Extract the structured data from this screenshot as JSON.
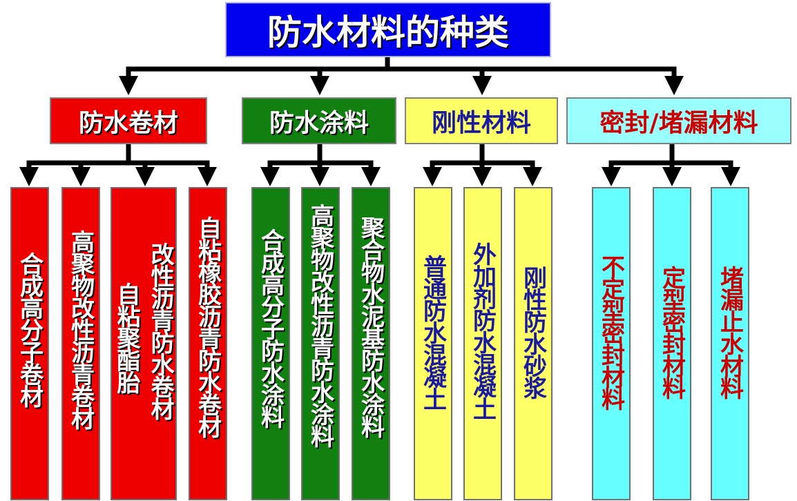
{
  "title": "防水材料的种类",
  "categories": [
    {
      "label": "防水卷材",
      "items": [
        "合成高分子卷材",
        "高聚物改性沥青卷材",
        [
          "改性沥青防水卷材",
          "自粘聚酯胎"
        ],
        "自粘橡胶沥青防水卷材"
      ]
    },
    {
      "label": "防水涂料",
      "items": [
        "合成高分子防水涂料",
        "高聚物改性沥青防水涂料",
        "聚合物水泥基防水涂料"
      ]
    },
    {
      "label": "刚性材料",
      "items": [
        "普通防水混凝土",
        "外加剂防水混凝土",
        "刚性防水砂浆"
      ]
    },
    {
      "label": "密封/堵漏材料",
      "items": [
        "不定型密封材料",
        "定型密封材料",
        "堵漏止水材料"
      ]
    }
  ],
  "colors": {
    "title_bg": "#0000ee",
    "red": "#ee0000",
    "green": "#118011",
    "yellow": "#ffff66",
    "cyan": "#66ffff",
    "connector": "#000000"
  }
}
